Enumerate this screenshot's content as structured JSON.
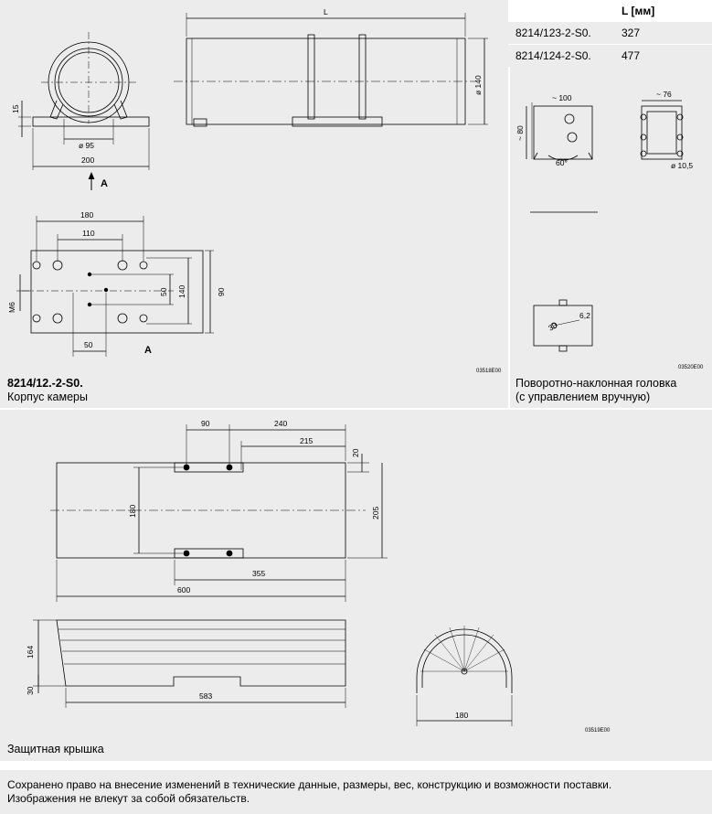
{
  "table": {
    "header": "L [мм]",
    "rows": [
      {
        "model": "8214/123-2-S0.",
        "length": "327"
      },
      {
        "model": "8214/124-2-S0.",
        "length": "477"
      }
    ]
  },
  "housing": {
    "model": "8214/12.-2-S0.",
    "caption": "Корпус камеры",
    "drawing_code": "03518E00",
    "view_label": "A",
    "dims": {
      "length": "L",
      "dia_body": "ø 140",
      "dia_ring": "ø 95",
      "base_w": "200",
      "base_h": "15",
      "top_180": "180",
      "top_110": "110",
      "h140": "140",
      "h90": "90",
      "h50": "50",
      "b50": "50",
      "thread": "M6"
    }
  },
  "head": {
    "caption_line1": "Поворотно-наклонная головка",
    "caption_line2": "(с управлением вручную)",
    "drawing_code": "03520E00",
    "dims": {
      "w100": "~ 100",
      "h80": "~ 80",
      "angle": "60°",
      "w76": "~ 76",
      "dia": "ø 10,5",
      "r30": "30",
      "d62": "6,2"
    }
  },
  "cover": {
    "caption": "Защитная крышка",
    "drawing_code": "03519E00",
    "dims": {
      "d90": "90",
      "d240": "240",
      "d215": "215",
      "d20": "20",
      "d180": "180",
      "d205": "205",
      "d355": "355",
      "d600": "600",
      "d164": "164",
      "d30": "30",
      "d583": "583",
      "arc180": "180"
    }
  },
  "footer": {
    "line1": "Сохранено право на внесение изменений в технические данные, размеры, вес, конструкцию и возможности поставки.",
    "line2": "Изображения не влекут за собой обязательств."
  }
}
